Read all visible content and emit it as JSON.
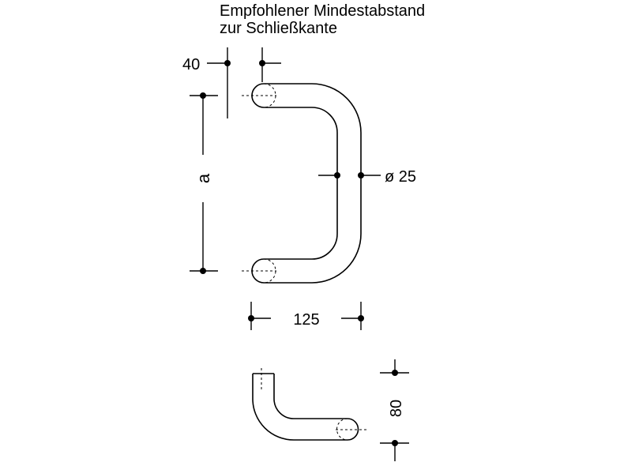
{
  "heading": {
    "line1": "Empfohlener Mindestabstand",
    "line2": "zur Schließkante"
  },
  "dimensions": {
    "clearance": "40",
    "height_var": "a",
    "diameter": "ø 25",
    "projection": "125",
    "side_depth": "80"
  },
  "colors": {
    "line": "#000000",
    "background": "#ffffff"
  }
}
